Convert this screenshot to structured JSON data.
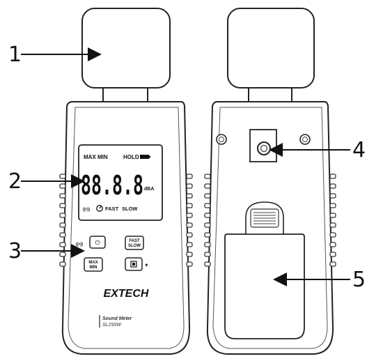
{
  "callouts": [
    "1",
    "2",
    "3",
    "4",
    "5"
  ],
  "lcd": {
    "max_min": "MAX MIN",
    "hold": "HOLD",
    "digits": "88.8.8",
    "unit": "dBA",
    "fast": "FAST",
    "slow": "SLOW"
  },
  "buttons": {
    "power": "⏻",
    "fast_slow_line1": "FAST",
    "fast_slow_line2": "SLOW",
    "max_min_line1": "MAX",
    "max_min_line2": "MIN",
    "backlight": "✦"
  },
  "brand": "EXTECH",
  "product": {
    "name": "Sound Meter",
    "model": "SL250W"
  }
}
